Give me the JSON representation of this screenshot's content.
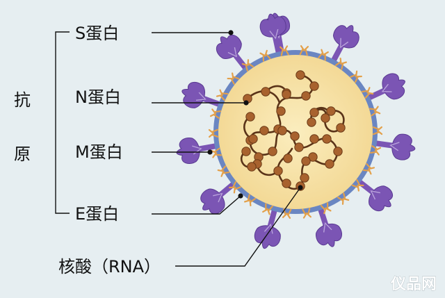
{
  "labels": {
    "s_protein": "S蛋白",
    "n_protein": "N蛋白",
    "m_protein": "M蛋白",
    "e_protein": "E蛋白",
    "nucleic_acid": "核酸（RNA）",
    "antigen_char_1": "抗",
    "antigen_char_2": "原"
  },
  "watermark": "仪品网",
  "colors": {
    "background": "#e6eef1",
    "envelope": "#6a86c2",
    "interior": "#f7e3a3",
    "spike": "#7b55b4",
    "rna_strand": "#5a3318",
    "rna_bead": "#a8622e",
    "membrane_protein": "#e3a04a"
  }
}
